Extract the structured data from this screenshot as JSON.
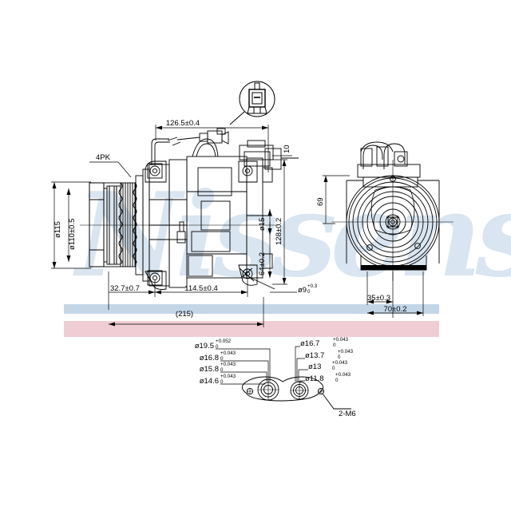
{
  "document": {
    "type": "engineering-drawing",
    "subject": "Air conditioning compressor",
    "watermark_text": "Nissens",
    "watermark_color": "#c3d6e8",
    "background_color": "#ffffff",
    "line_color": "#000000",
    "band_blue_color": "#c3d6e8",
    "band_pink_color": "#f0cdd4"
  },
  "left_view": {
    "name": "side-elevation",
    "labels": {
      "belt_profile": "4PK",
      "connector_length": "126.5±0.4",
      "height_small": "10",
      "pulley_outer_dia": "ø115",
      "pulley_belt_dia": "ø110±0.5",
      "port_dia": "ø15",
      "overall_height": "128±0.2",
      "port_centre_height": "64±0.2",
      "front_mount_offset": "32.7±0.7",
      "mount_span": "114.5±0.4",
      "overall_length": "(215)",
      "mount_hole_dia": "ø9",
      "mount_hole_tol_upper": "+0.3",
      "mount_hole_tol_lower": "0"
    }
  },
  "right_view": {
    "name": "front-elevation",
    "labels": {
      "clutch_offset": "35±0.3",
      "body_width": "70±0.2",
      "body_height": "69"
    }
  },
  "detail_balloon": {
    "name": "connector-detail",
    "label": ""
  },
  "bottom_detail": {
    "name": "manifold-port-detail",
    "thread_callout": "2-M6",
    "left_stack": [
      {
        "dia": "ø19.5",
        "upper": "+0.052",
        "lower": "0"
      },
      {
        "dia": "ø16.8",
        "upper": "+0.043",
        "lower": "0"
      },
      {
        "dia": "ø15.8",
        "upper": "+0.043",
        "lower": "0"
      },
      {
        "dia": "ø14.6",
        "upper": "+0.043",
        "lower": "0"
      }
    ],
    "right_stack": [
      {
        "dia": "ø16.7",
        "upper": "+0.043",
        "lower": "0"
      },
      {
        "dia": "ø13.7",
        "upper": "+0.043",
        "lower": "0"
      },
      {
        "dia": "ø13",
        "upper": "+0.043",
        "lower": "0"
      },
      {
        "dia": "ø11.8",
        "upper": "+0.043",
        "lower": "0"
      }
    ]
  }
}
